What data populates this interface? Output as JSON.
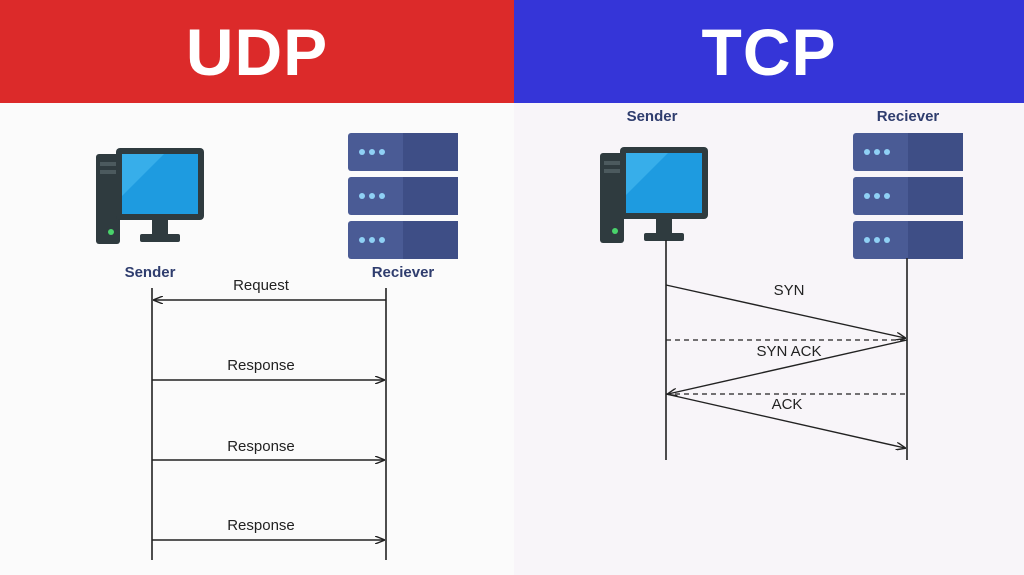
{
  "udp": {
    "title": "UDP",
    "sender_label": "Sender",
    "receiver_label": "Reciever",
    "messages": [
      {
        "label": "Request",
        "direction": "to-sender"
      },
      {
        "label": "Response",
        "direction": "to-receiver"
      },
      {
        "label": "Response",
        "direction": "to-receiver"
      },
      {
        "label": "Response",
        "direction": "to-receiver"
      }
    ]
  },
  "tcp": {
    "title": "TCP",
    "sender_label": "Sender",
    "receiver_label": "Reciever",
    "messages": [
      {
        "label": "SYN",
        "direction": "to-receiver"
      },
      {
        "label": "SYN ACK",
        "direction": "to-sender"
      },
      {
        "label": "ACK",
        "direction": "to-receiver"
      }
    ]
  },
  "colors": {
    "udp_banner": "#dc2a2a",
    "tcp_banner": "#3535d8",
    "actor_label": "#2f3d6e",
    "monitor_screen": "#1e9be0",
    "server_body": "#4a5b95",
    "server_light": "#8fd0f5"
  },
  "icons": {
    "sender": "desktop-computer-icon",
    "receiver": "server-rack-icon"
  }
}
